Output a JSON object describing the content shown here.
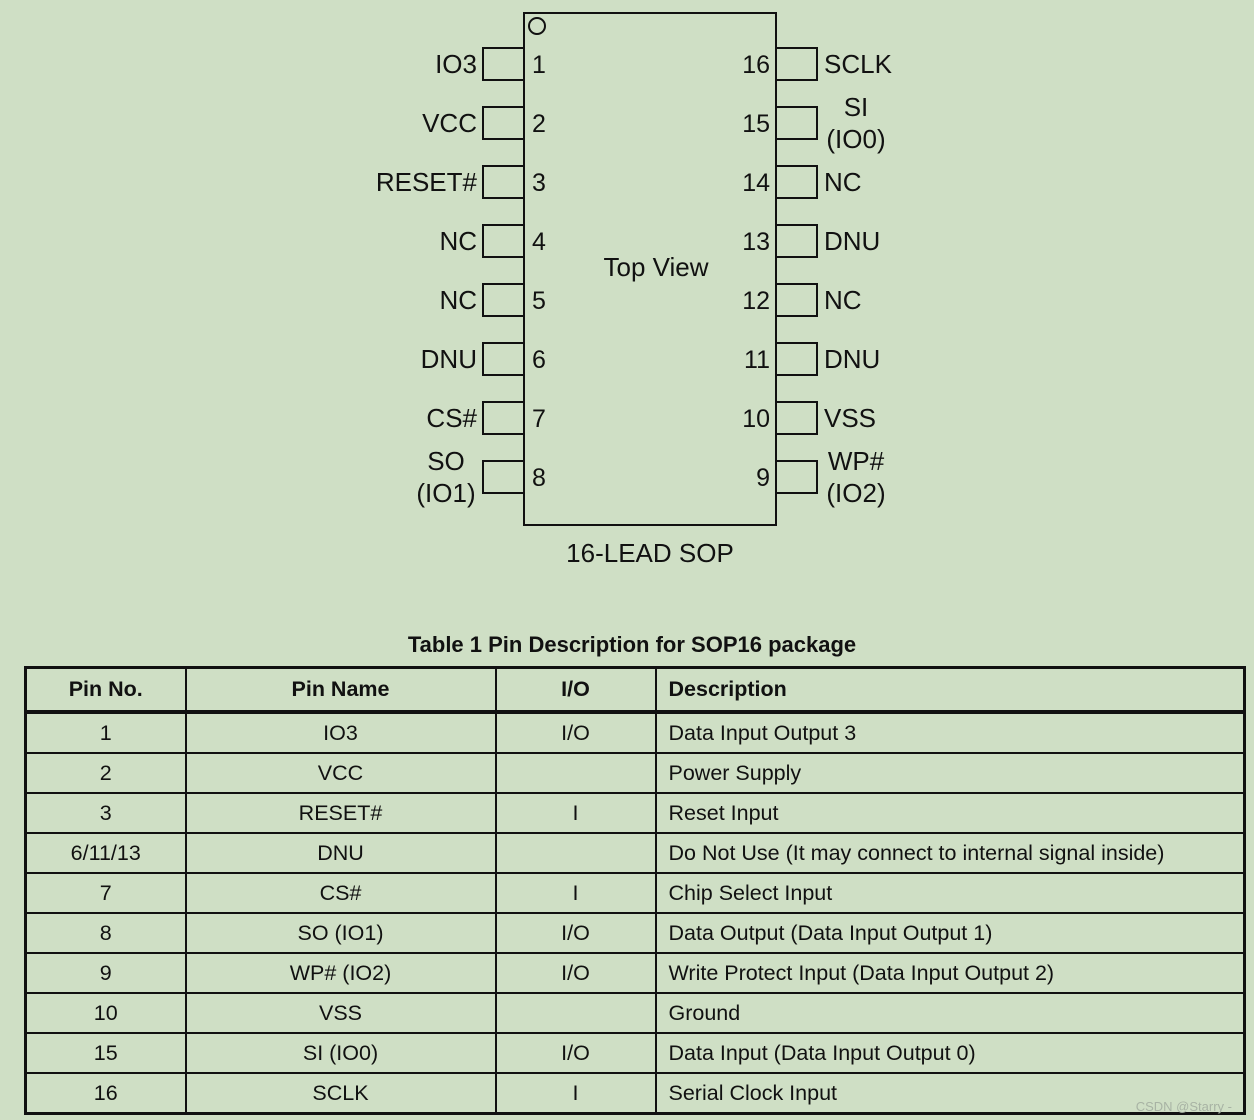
{
  "diagram": {
    "view_label": "Top View",
    "package_label": "16-LEAD SOP",
    "left_pins": [
      {
        "num": "1",
        "name": [
          "IO3"
        ]
      },
      {
        "num": "2",
        "name": [
          "VCC"
        ]
      },
      {
        "num": "3",
        "name": [
          "RESET#"
        ]
      },
      {
        "num": "4",
        "name": [
          "NC"
        ]
      },
      {
        "num": "5",
        "name": [
          "NC"
        ]
      },
      {
        "num": "6",
        "name": [
          "DNU"
        ]
      },
      {
        "num": "7",
        "name": [
          "CS#"
        ]
      },
      {
        "num": "8",
        "name": [
          "SO",
          "(IO1)"
        ]
      }
    ],
    "right_pins": [
      {
        "num": "16",
        "name": [
          "SCLK"
        ]
      },
      {
        "num": "15",
        "name": [
          "SI",
          "(IO0)"
        ]
      },
      {
        "num": "14",
        "name": [
          "NC"
        ]
      },
      {
        "num": "13",
        "name": [
          "DNU"
        ]
      },
      {
        "num": "12",
        "name": [
          "NC"
        ]
      },
      {
        "num": "11",
        "name": [
          "DNU"
        ]
      },
      {
        "num": "10",
        "name": [
          "VSS"
        ]
      },
      {
        "num": "9",
        "name": [
          "WP#",
          "(IO2)"
        ]
      }
    ]
  },
  "table": {
    "title": "Table 1 Pin Description for SOP16 package",
    "headers": {
      "pin_no": "Pin No.",
      "pin_name": "Pin Name",
      "io": "I/O",
      "description": "Description"
    },
    "rows": [
      {
        "pin_no": "1",
        "pin_name": "IO3",
        "io": "I/O",
        "description": "Data Input Output 3"
      },
      {
        "pin_no": "2",
        "pin_name": "VCC",
        "io": "",
        "description": "Power Supply"
      },
      {
        "pin_no": "3",
        "pin_name": "RESET#",
        "io": "I",
        "description": "Reset Input"
      },
      {
        "pin_no": "6/11/13",
        "pin_name": "DNU",
        "io": "",
        "description": "Do Not Use (It may connect to internal signal inside)"
      },
      {
        "pin_no": "7",
        "pin_name": "CS#",
        "io": "I",
        "description": "Chip Select Input"
      },
      {
        "pin_no": "8",
        "pin_name": "SO (IO1)",
        "io": "I/O",
        "description": "Data Output (Data Input Output 1)"
      },
      {
        "pin_no": "9",
        "pin_name": "WP# (IO2)",
        "io": "I/O",
        "description": "Write Protect Input (Data Input Output 2)"
      },
      {
        "pin_no": "10",
        "pin_name": "VSS",
        "io": "",
        "description": "Ground"
      },
      {
        "pin_no": "15",
        "pin_name": "SI (IO0)",
        "io": "I/O",
        "description": "Data Input (Data Input Output 0)"
      },
      {
        "pin_no": "16",
        "pin_name": "SCLK",
        "io": "I",
        "description": "Serial Clock Input"
      }
    ]
  },
  "watermark": "CSDN @Starry -"
}
